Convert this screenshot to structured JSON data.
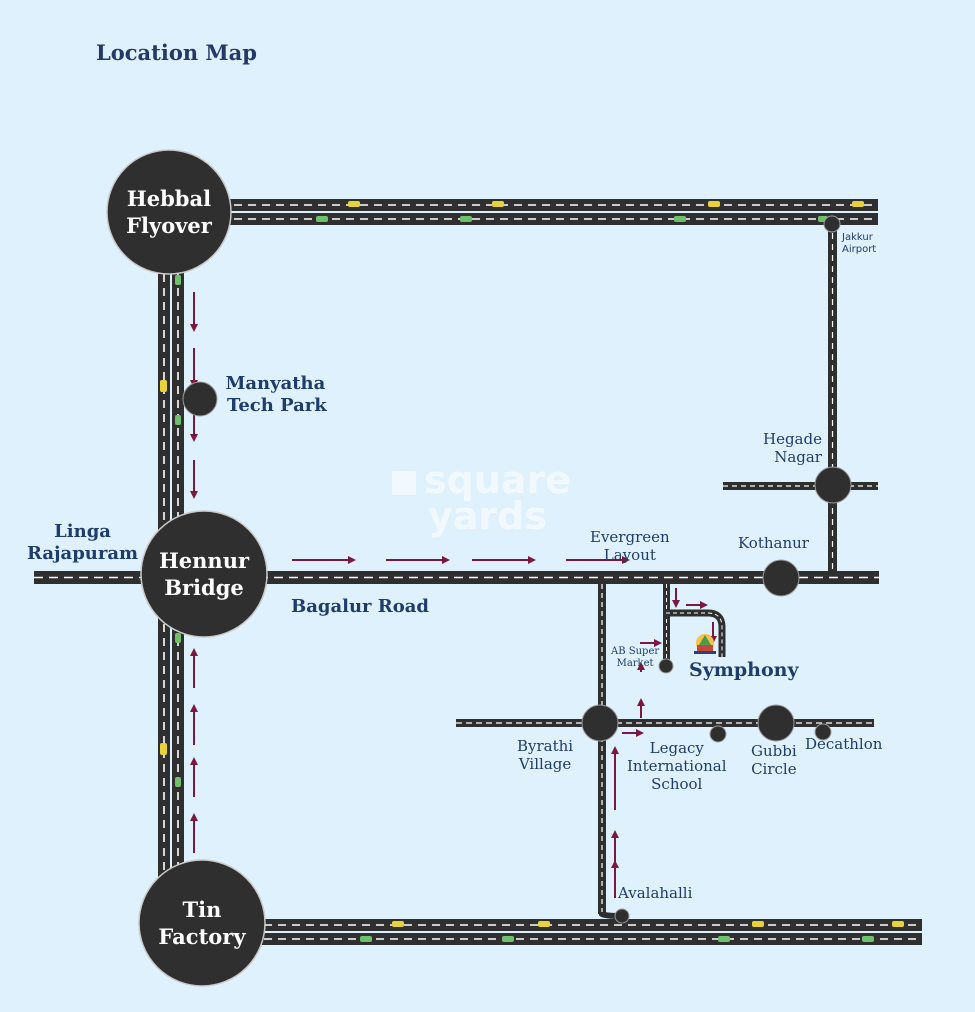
{
  "title": "Location Map",
  "watermark": {
    "line1": "square",
    "line2": "yards"
  },
  "hubs": {
    "hebbal": "Hebbal Flyover",
    "hebbal_l1": "Hebbal",
    "hebbal_l2": "Flyover",
    "hennur_l1": "Hennur",
    "hennur_l2": "Bridge",
    "tin_l1": "Tin",
    "tin_l2": "Factory"
  },
  "places": {
    "manyatha_l1": "Manyatha",
    "manyatha_l2": "Tech Park",
    "linga_l1": "Linga",
    "linga_l2": "Rajapuram",
    "bagalur": "Bagalur Road",
    "evergreen_l1": "Evergreen",
    "evergreen_l2": "Layout",
    "kothanur": "Kothanur",
    "hegade_l1": "Hegade",
    "hegade_l2": "Nagar",
    "jakkur_l1": "Jakkur",
    "jakkur_l2": "Airport",
    "ab_l1": "AB Super",
    "ab_l2": "Market",
    "symphony": "Symphony",
    "byrathi_l1": "Byrathi",
    "byrathi_l2": "Village",
    "legacy_l1": "Legacy",
    "legacy_l2": "International",
    "legacy_l3": "School",
    "gubbi_l1": "Gubbi",
    "gubbi_l2": "Circle",
    "decathlon": "Decathlon",
    "avalahalli": "Avalahalli"
  },
  "colors": {
    "background": "#dff1fc",
    "road": "#2f2f30",
    "arrow": "#7b1840",
    "label": "#1f3d6b",
    "car_yellow": "#e8d23a",
    "car_green": "#6fc06a"
  }
}
